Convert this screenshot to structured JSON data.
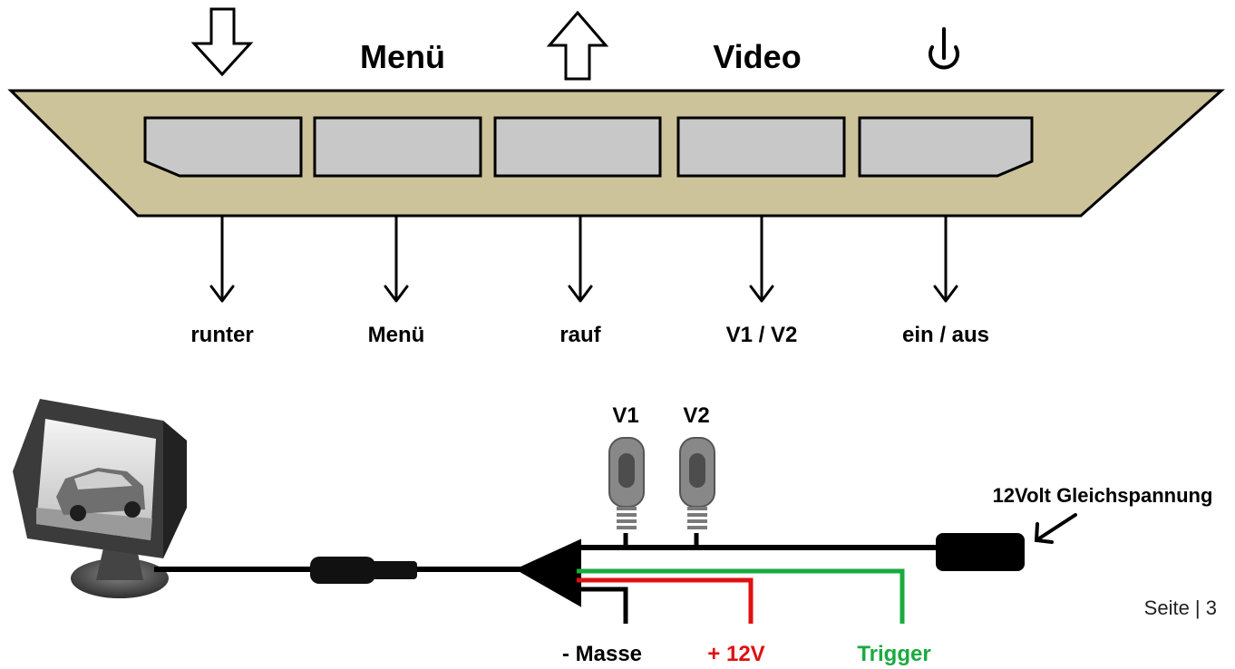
{
  "top_labels": {
    "menu": "Menü",
    "video": "Video"
  },
  "top_icons": [
    "down-arrow-icon",
    "up-arrow-icon",
    "power-icon"
  ],
  "functions": [
    "runter",
    "Menü",
    "rauf",
    "V1 / V2",
    "ein / aus"
  ],
  "connectors": {
    "v1": "V1",
    "v2": "V2",
    "power_supply": "12Volt Gleichspannung"
  },
  "wires": {
    "ground": "- Masse",
    "plus": "+ 12V",
    "trigger": "Trigger"
  },
  "colors": {
    "panel": "#cdc39a",
    "button": "#c8c8c8",
    "plus_wire": "#e01010",
    "trigger_wire": "#1aaa40"
  },
  "footer": {
    "page": "Seite | 3"
  }
}
